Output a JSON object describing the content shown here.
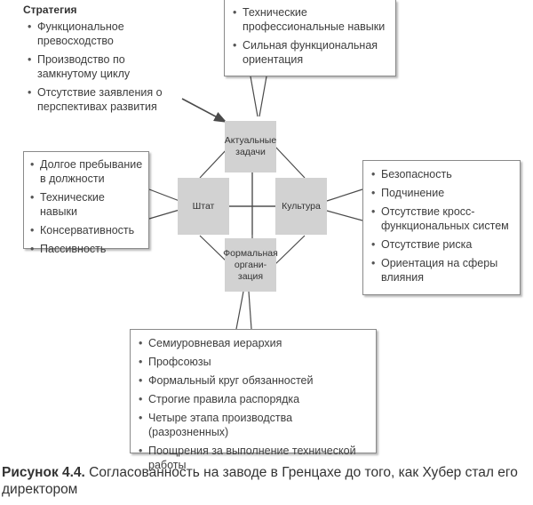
{
  "strategy": {
    "title": "Стратегия",
    "items": [
      "Функциональное превосходство",
      "Производство по замкнутому циклу",
      "Отсутствие заявления о перспективах развития"
    ]
  },
  "top_box": {
    "items": [
      "Технические профессиональные навыки",
      "Сильная функциональная ориентация"
    ]
  },
  "left_box": {
    "items": [
      "Долгое пребывание в должности",
      "Технические навыки",
      "Консервативность",
      "Пассивность"
    ]
  },
  "right_box": {
    "items": [
      "Безопасность",
      "Подчинение",
      "Отсутствие кросс-функциональных систем",
      "Отсутствие риска",
      "Ориентация на сферы влияния"
    ]
  },
  "bottom_box": {
    "items": [
      "Семиуровневая иерархия",
      "Профсоюзы",
      "Формальный круг обязанностей",
      "Строгие правила распорядка",
      "Четыре этапа производства (разрозненных)",
      "Поощрения за выполнение технической работы"
    ]
  },
  "nodes": {
    "top": [
      "Актуальные",
      "задачи"
    ],
    "left": "Штат",
    "right": "Культура",
    "bottom": [
      "Формальная",
      "органи-",
      "зация"
    ]
  },
  "caption": {
    "label": "Рисунок 4.4.",
    "text": "Согласованность на заводе в Гренцахе до того, как Хубер стал его директором"
  },
  "colors": {
    "node_fill": "#d2d2d2",
    "lines": "#4a4a4a",
    "box_border": "#8a8a8a"
  }
}
